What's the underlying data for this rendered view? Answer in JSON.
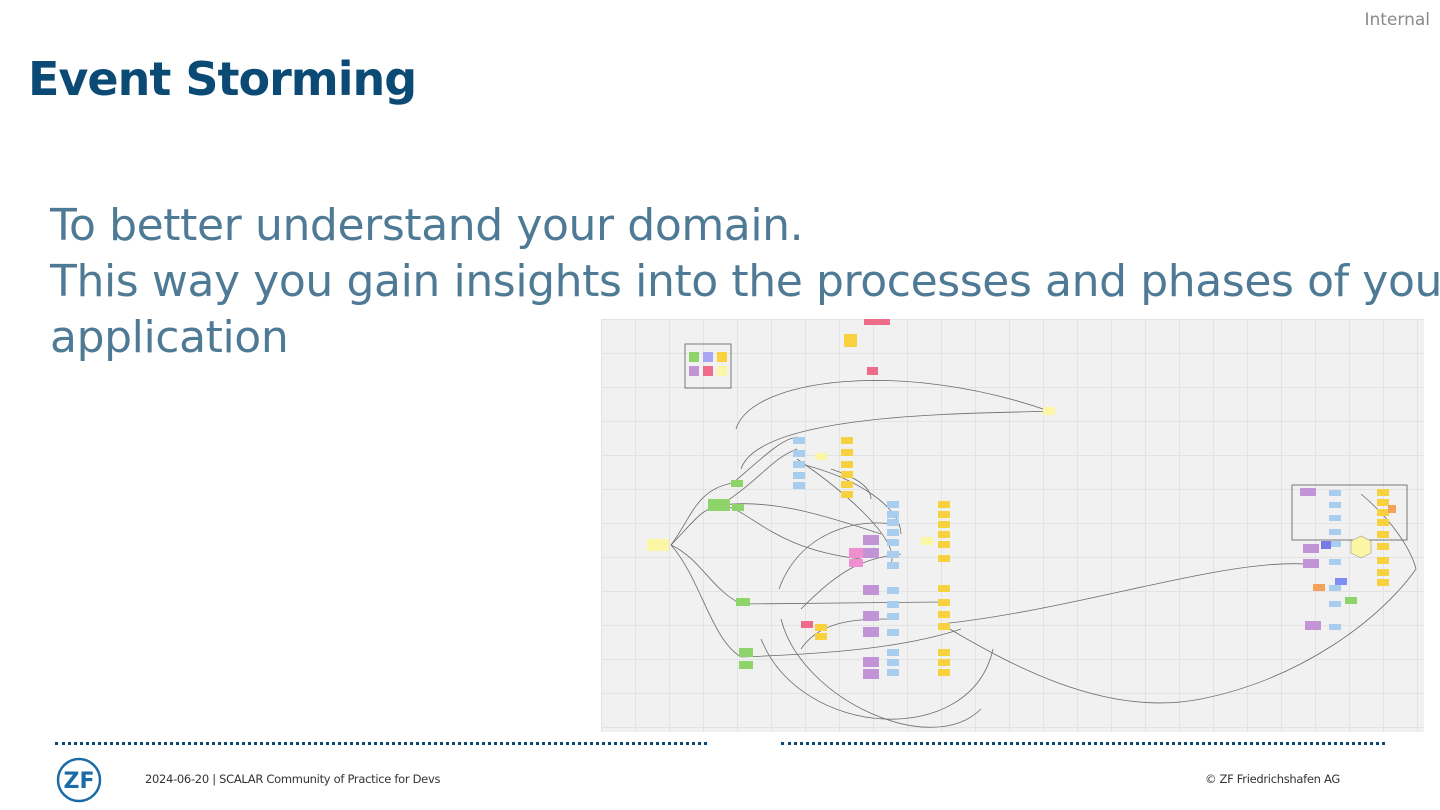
{
  "classification": "Internal",
  "slide": {
    "title": "Event Storming",
    "body_lines": [
      "To better understand your domain.",
      "This way you gain insights into the processes and phases of your",
      "application"
    ]
  },
  "footer": {
    "date": "2024-06-20",
    "context": "SCALAR Community of Practice for Devs",
    "copyright": "© ZF Friedrichshafen AG"
  },
  "logo": {
    "text": "ZF",
    "color": "#1a6ba6"
  },
  "colors": {
    "title": "#0b4a75",
    "body": "#4f7a96",
    "sticky_event": "#f7d23e",
    "sticky_command": "#a9cdee",
    "sticky_aggregate": "#c294d6",
    "sticky_policy": "#8fd36b",
    "sticky_hotspot": "#ef6b8a",
    "sticky_note": "#fbf6a4"
  },
  "board_image": {
    "icon": "event-storming-board-image"
  }
}
